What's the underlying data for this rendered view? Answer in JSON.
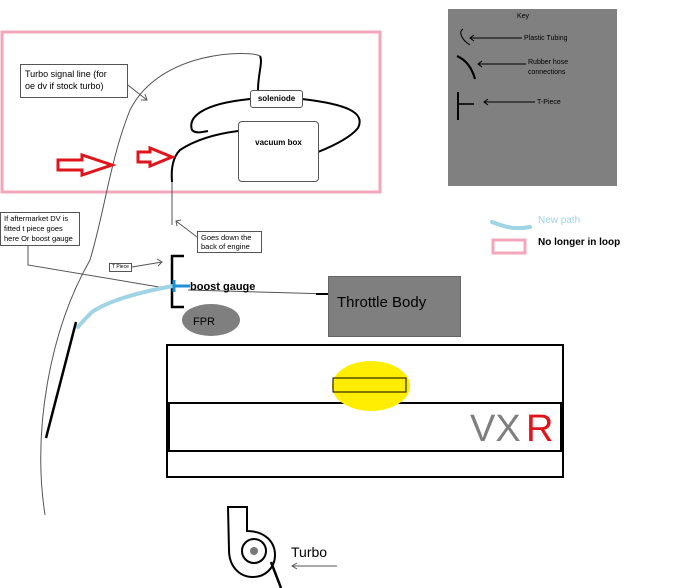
{
  "key": {
    "title": "Key",
    "plastic_tubing": "Plastic Tubing",
    "rubber_hose_line1": "Rubber hose",
    "rubber_hose_line2": "connections",
    "t_piece": "T-Piece"
  },
  "legend": {
    "new_path": "New path",
    "no_longer_in_loop": "No longer in loop"
  },
  "notes": {
    "turbo_signal_line1": "Turbo signal line (for",
    "turbo_signal_line2": "oe dv if stock turbo)",
    "goes_down_line1": "Goes down the",
    "goes_down_line2": "back of engine",
    "aftermarket_line1": "If aftermarket DV is",
    "aftermarket_line2": "fitted t piece goes",
    "aftermarket_line3": "here Or boost gauge",
    "t_piece_small": "T Piece"
  },
  "components": {
    "soleniode": "soleniode",
    "vacuum_box": "vacuum box",
    "boost_gauge": "boost gauge",
    "fpr": "FPR",
    "throttle_body": "Throttle Body",
    "turbo": "Turbo"
  },
  "logo": {
    "vx": "VX",
    "r": "R"
  },
  "colors": {
    "key_panel": "#808080",
    "new_path": "#9fd3e6",
    "loop_border": "#f2a7bd",
    "arrow": "#e0141b",
    "throttle_body": "#7f7f7f",
    "fpr": "#7f7f7f",
    "yellow_ellipse": "#ffee00",
    "logo_vx": "#7f7f7f",
    "logo_r": "#e0141b",
    "tpiece_blue": "#1f8fd6"
  }
}
